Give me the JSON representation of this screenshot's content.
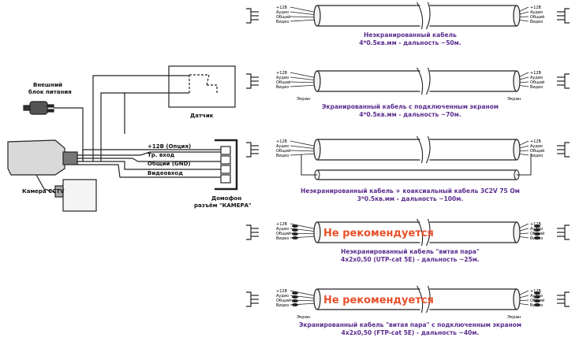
{
  "left": {
    "power_label_line1": "Внешний",
    "power_label_line2": "блок питания",
    "sensor_label": "Датчик",
    "camera_label": "Камера CCTV",
    "wires": [
      "+12В (Опция)",
      "Тр. вход",
      "Общий (GND)",
      "Видеовход"
    ],
    "connector_label_line1": "Домофон",
    "connector_label_line2": "разъём \"КАМЕРА\""
  },
  "pin_labels": [
    "+12В",
    "Аудио",
    "Общий",
    "Видео"
  ],
  "screen_label": "Экран",
  "not_recommended": "Не рекомендуется",
  "rows": [
    {
      "line1": "Неэкранированный кабель",
      "line2": "4*0.5кв.мм - дальность ~50м."
    },
    {
      "line1": "Экранированный кабель с подключенным экраном",
      "line2": "4*0.5кв.мм - дальность ~70м."
    },
    {
      "line1": "Неэкранированный кабель + коаксиальный кабель 3C2V 75 Ом",
      "line2": "3*0.5кв.мм - дальность ~100м."
    },
    {
      "line1": "Неэкранированный кабель \"витая пара\"",
      "line2": "4x2x0,50 (UTP-cat 5E) - дальность ~25м."
    },
    {
      "line1": "Экранированный кабель \"витая пара\" с подключенным экраном",
      "line2": "4x2x0,50 (FTP-cat 5E) - дальность ~40м."
    }
  ],
  "colors": {
    "caption": "#5b2d8e",
    "warning": "#e8502a",
    "line": "#222222",
    "cable_fill": "#f2f2f2"
  }
}
